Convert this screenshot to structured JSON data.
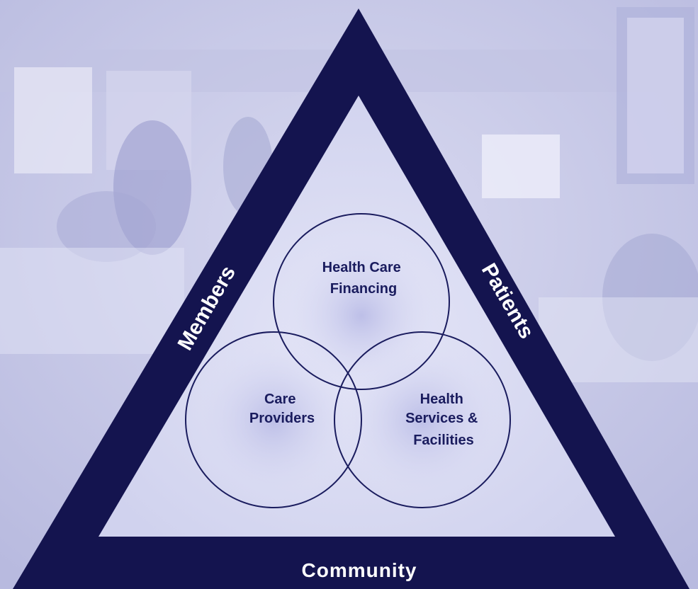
{
  "diagram": {
    "sides": {
      "left": "Members",
      "right": "Patients",
      "bottom": "Community"
    },
    "circles": {
      "top": [
        "Health Care",
        "Financing"
      ],
      "left": [
        "Care",
        "Providers"
      ],
      "right": [
        "Health",
        "Services &",
        "Facilities"
      ]
    },
    "colors": {
      "triangle": "#14144f",
      "inner_fill": "#d9daf2",
      "circle_stroke": "#1a1c5e",
      "background": "#c9cae8",
      "side_text": "#ffffff"
    }
  }
}
